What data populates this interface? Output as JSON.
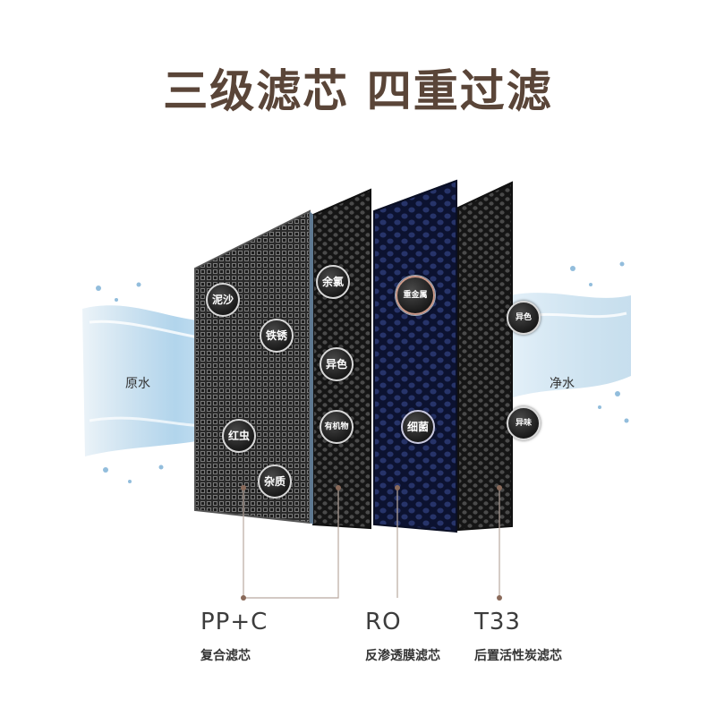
{
  "title": "三级滤芯 四重过滤",
  "water": {
    "in_label": "原水",
    "out_label": "净水"
  },
  "panels": [
    {
      "name": "pp-mesh",
      "bubbles": [
        "泥沙",
        "铁锈",
        "红虫",
        "杂质"
      ]
    },
    {
      "name": "carbon",
      "bubbles": [
        "余氯",
        "异色",
        "有机物"
      ]
    },
    {
      "name": "ro",
      "bubbles": [
        "重金属",
        "细菌"
      ]
    },
    {
      "name": "t33",
      "bubbles": [
        "异色",
        "异味"
      ]
    }
  ],
  "filters": [
    {
      "code": "PP+C",
      "desc": "复合滤芯"
    },
    {
      "code": "RO",
      "desc": "反渗透膜滤芯"
    },
    {
      "code": "T33",
      "desc": "后置活性炭滤芯"
    }
  ],
  "colors": {
    "title": "#5a4538",
    "mesh": "#3a3a3a",
    "ro_panel": "#1a2550",
    "leader": "#8a6a5a"
  }
}
